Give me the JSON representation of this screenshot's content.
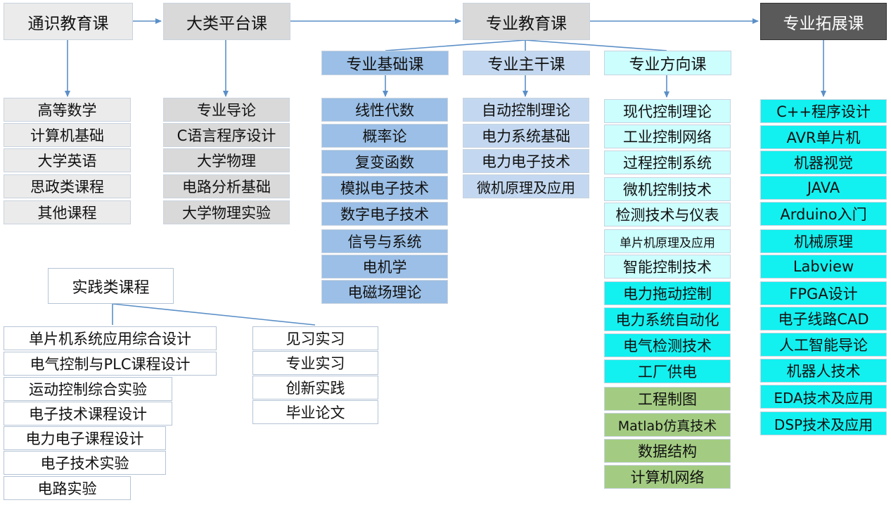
{
  "headers": {
    "general": "通识教育课",
    "platform": "大类平台课",
    "major": "专业教育课",
    "extension": "专业拓展课",
    "practice": "实践类课程"
  },
  "major_subs": {
    "basic": "专业基础课",
    "core": "专业主干课",
    "direction": "专业方向课"
  },
  "general_items": [
    "高等数学",
    "计算机基础",
    "大学英语",
    "思政类课程",
    "其他课程"
  ],
  "platform_items": [
    "专业导论",
    "C语言程序设计",
    "大学物理",
    "电路分析基础",
    "大学物理实验"
  ],
  "basic_items": [
    "线性代数",
    "概率论",
    "复变函数",
    "模拟电子技术",
    "数字电子技术",
    "信号与系统",
    "电机学",
    "电磁场理论"
  ],
  "core_items": [
    "自动控制理论",
    "电力系统基础",
    "电力电子技术",
    "微机原理及应用"
  ],
  "direction_items": [
    "现代控制理论",
    "工业控制网络",
    "过程控制系统",
    "微机控制技术",
    "检测技术与仪表",
    "单片机原理及应用",
    "智能控制技术"
  ],
  "direction_items_cyan": [
    "电力拖动控制",
    "电力系统自动化",
    "电气检测技术",
    "工厂供电"
  ],
  "direction_items_green": [
    "工程制图",
    "Matlab仿真技术",
    "数据结构",
    "计算机网络"
  ],
  "extension_items": [
    "C++程序设计",
    "AVR单片机",
    "机器视觉",
    "JAVA",
    "Arduino入门",
    "机械原理",
    "Labview",
    "FPGA设计",
    "电子线路CAD",
    "人工智能导论",
    "机器人技术",
    "EDA技术及应用",
    "DSP技术及应用"
  ],
  "practice_left": [
    "单片机系统应用综合设计",
    "电气控制与PLC课程设计",
    "运动控制综合实验",
    "电子技术课程设计",
    "电力电子课程设计",
    "电子技术实验",
    "电路实验"
  ],
  "practice_right": [
    "见习实习",
    "专业实习",
    "创新实践",
    "毕业论文"
  ],
  "colors": {
    "gray": "#ebebeb",
    "gray_header": "#d9d9d9",
    "dark_header": "#5a5a5a",
    "blue": "#9bbfe6",
    "light_blue": "#c3d8f0",
    "light_cyan": "#ccfefe",
    "cyan": "#13f0f0",
    "green": "#a3cc82",
    "arrow": "#5b8fc7"
  }
}
